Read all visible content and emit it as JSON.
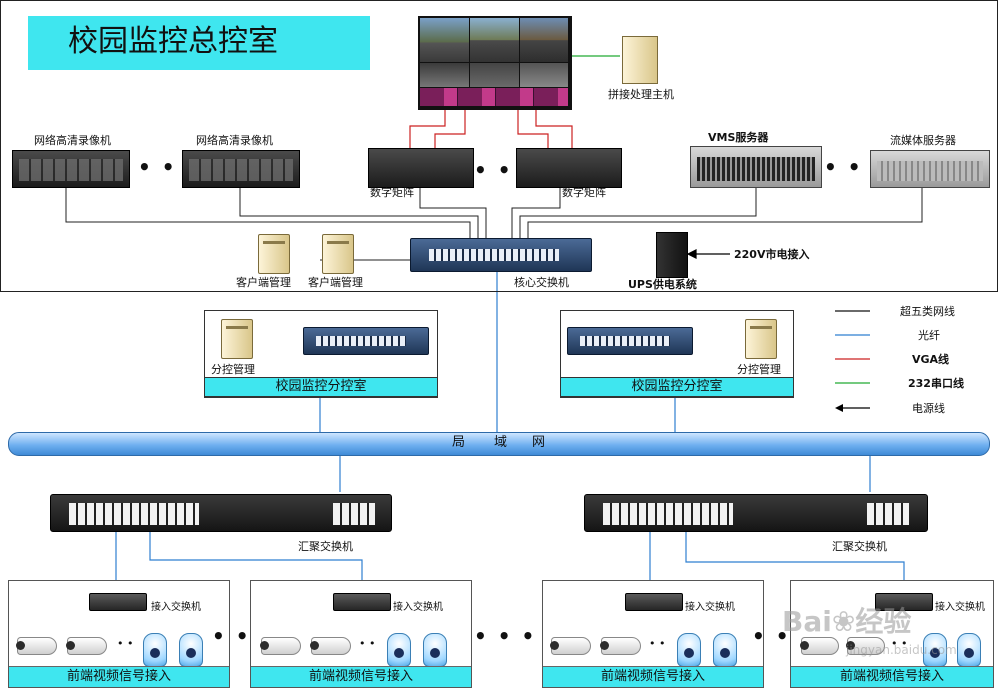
{
  "title": "校园监控总控室",
  "control_room": {
    "recorders": [
      "网络高清录像机",
      "网络高清录像机"
    ],
    "splice_host": "拼接处理主机",
    "matrix": [
      "数字矩阵",
      "数字矩阵"
    ],
    "vms_server": "VMS服务器",
    "stream_server": "流媒体服务器",
    "clients": [
      "客户端管理",
      "客户端管理"
    ],
    "core_switch": "核心交换机",
    "ups": "UPS供电系统",
    "mains": "220V市电接入"
  },
  "legend": [
    {
      "label": "超五类网线",
      "color": "#111111",
      "arrow": false
    },
    {
      "label": "光纤",
      "color": "#2f7fd0",
      "arrow": false
    },
    {
      "label": "VGA线",
      "color": "#cc2222",
      "arrow": false
    },
    {
      "label": "232串口线",
      "color": "#22aa33",
      "arrow": false
    },
    {
      "label": "电源线",
      "color": "#000000",
      "arrow": true
    }
  ],
  "branches": [
    {
      "manager": "分控管理",
      "room": "校园监控分控室"
    },
    {
      "manager": "分控管理",
      "room": "校园监控分控室"
    }
  ],
  "lan": [
    "局",
    "域",
    "网"
  ],
  "aggregation": [
    "汇聚交换机",
    "汇聚交换机"
  ],
  "access_switch": "接入交换机",
  "frontend": "前端视频信号接入",
  "ellipsis": "• • •",
  "ellipsis_small": "• •",
  "watermark": {
    "brand": "Bai",
    "tail": "经验",
    "url": "jingyan.baidu.com"
  },
  "colors": {
    "cyan": "#3fe6ef",
    "fiber": "#2f7fd0",
    "vga": "#cc2222",
    "rs232": "#22aa33"
  }
}
